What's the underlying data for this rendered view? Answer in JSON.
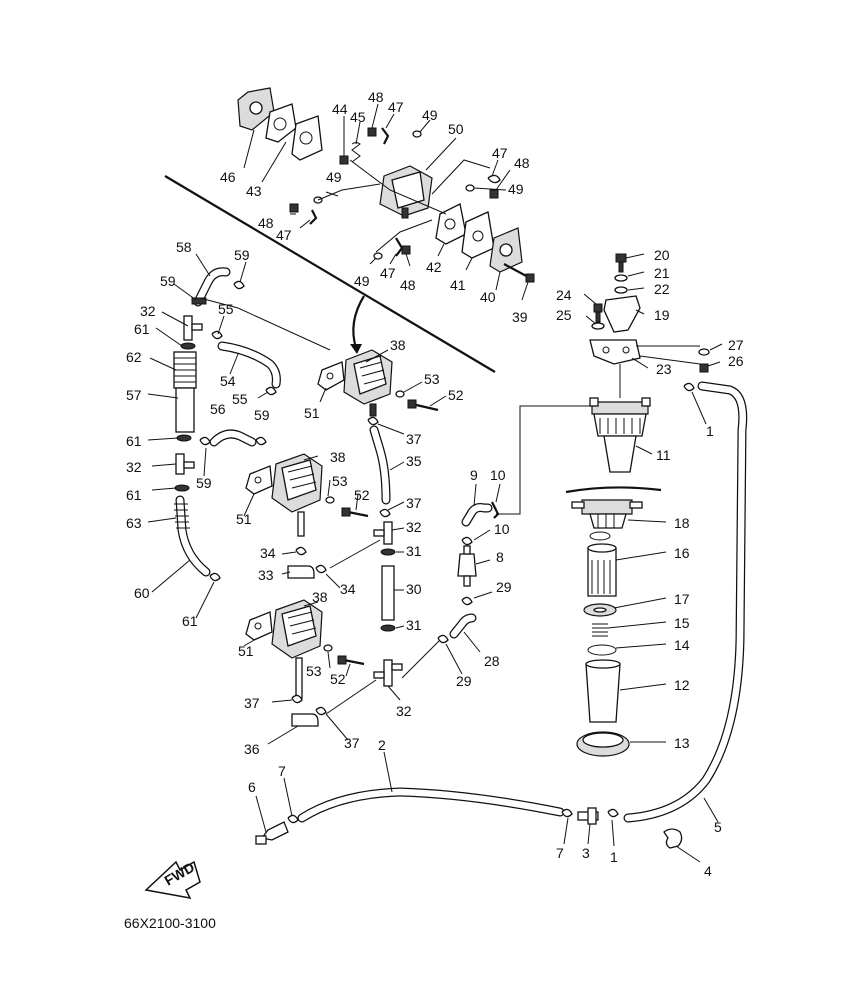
{
  "diagram_code": "66X2100-3100",
  "fwd_label": "FWD",
  "callouts": [
    {
      "id": "c-46",
      "text": "46"
    },
    {
      "id": "c-43",
      "text": "43"
    },
    {
      "id": "c-44",
      "text": "44"
    },
    {
      "id": "c-45",
      "text": "45"
    },
    {
      "id": "c-48a",
      "text": "48"
    },
    {
      "id": "c-47a",
      "text": "47"
    },
    {
      "id": "c-49a",
      "text": "49"
    },
    {
      "id": "c-50",
      "text": "50"
    },
    {
      "id": "c-47b",
      "text": "47"
    },
    {
      "id": "c-48b",
      "text": "48"
    },
    {
      "id": "c-49b",
      "text": "49"
    },
    {
      "id": "c-49c",
      "text": "49"
    },
    {
      "id": "c-48c",
      "text": "48"
    },
    {
      "id": "c-47c",
      "text": "47"
    },
    {
      "id": "c-42",
      "text": "42"
    },
    {
      "id": "c-41",
      "text": "41"
    },
    {
      "id": "c-40",
      "text": "40"
    },
    {
      "id": "c-39",
      "text": "39"
    },
    {
      "id": "c-49d",
      "text": "49"
    },
    {
      "id": "c-47d",
      "text": "47"
    },
    {
      "id": "c-48d",
      "text": "48"
    },
    {
      "id": "c-58",
      "text": "58"
    },
    {
      "id": "c-59a",
      "text": "59"
    },
    {
      "id": "c-59b",
      "text": "59"
    },
    {
      "id": "c-55a",
      "text": "55"
    },
    {
      "id": "c-32a",
      "text": "32"
    },
    {
      "id": "c-61a",
      "text": "61"
    },
    {
      "id": "c-62",
      "text": "62"
    },
    {
      "id": "c-57",
      "text": "57"
    },
    {
      "id": "c-54",
      "text": "54"
    },
    {
      "id": "c-55b",
      "text": "55"
    },
    {
      "id": "c-38a",
      "text": "38"
    },
    {
      "id": "c-51a",
      "text": "51"
    },
    {
      "id": "c-53a",
      "text": "53"
    },
    {
      "id": "c-52a",
      "text": "52"
    },
    {
      "id": "c-37a",
      "text": "37"
    },
    {
      "id": "c-56",
      "text": "56"
    },
    {
      "id": "c-59c",
      "text": "59"
    },
    {
      "id": "c-61b",
      "text": "61"
    },
    {
      "id": "c-32b",
      "text": "32"
    },
    {
      "id": "c-59d",
      "text": "59"
    },
    {
      "id": "c-61c",
      "text": "61"
    },
    {
      "id": "c-35",
      "text": "35"
    },
    {
      "id": "c-38b",
      "text": "38"
    },
    {
      "id": "c-51b",
      "text": "51"
    },
    {
      "id": "c-53b",
      "text": "53"
    },
    {
      "id": "c-52b",
      "text": "52"
    },
    {
      "id": "c-37b",
      "text": "37"
    },
    {
      "id": "c-63",
      "text": "63"
    },
    {
      "id": "c-32c",
      "text": "32"
    },
    {
      "id": "c-34a",
      "text": "34"
    },
    {
      "id": "c-31a",
      "text": "31"
    },
    {
      "id": "c-33",
      "text": "33"
    },
    {
      "id": "c-34b",
      "text": "34"
    },
    {
      "id": "c-60",
      "text": "60"
    },
    {
      "id": "c-30",
      "text": "30"
    },
    {
      "id": "c-61d",
      "text": "61"
    },
    {
      "id": "c-38c",
      "text": "38"
    },
    {
      "id": "c-51c",
      "text": "51"
    },
    {
      "id": "c-31b",
      "text": "31"
    },
    {
      "id": "c-53c",
      "text": "53"
    },
    {
      "id": "c-52c",
      "text": "52"
    },
    {
      "id": "c-37c",
      "text": "37"
    },
    {
      "id": "c-32d",
      "text": "32"
    },
    {
      "id": "c-36",
      "text": "36"
    },
    {
      "id": "c-37d",
      "text": "37"
    },
    {
      "id": "c-9",
      "text": "9"
    },
    {
      "id": "c-10a",
      "text": "10"
    },
    {
      "id": "c-10b",
      "text": "10"
    },
    {
      "id": "c-8",
      "text": "8"
    },
    {
      "id": "c-29a",
      "text": "29"
    },
    {
      "id": "c-28",
      "text": "28"
    },
    {
      "id": "c-29b",
      "text": "29"
    },
    {
      "id": "c-20",
      "text": "20"
    },
    {
      "id": "c-21",
      "text": "21"
    },
    {
      "id": "c-22",
      "text": "22"
    },
    {
      "id": "c-24",
      "text": "24"
    },
    {
      "id": "c-19",
      "text": "19"
    },
    {
      "id": "c-25",
      "text": "25"
    },
    {
      "id": "c-27",
      "text": "27"
    },
    {
      "id": "c-26",
      "text": "26"
    },
    {
      "id": "c-23",
      "text": "23"
    },
    {
      "id": "c-1a",
      "text": "1"
    },
    {
      "id": "c-11",
      "text": "11"
    },
    {
      "id": "c-18",
      "text": "18"
    },
    {
      "id": "c-16",
      "text": "16"
    },
    {
      "id": "c-17",
      "text": "17"
    },
    {
      "id": "c-15",
      "text": "15"
    },
    {
      "id": "c-14",
      "text": "14"
    },
    {
      "id": "c-12",
      "text": "12"
    },
    {
      "id": "c-13",
      "text": "13"
    },
    {
      "id": "c-2",
      "text": "2"
    },
    {
      "id": "c-6",
      "text": "6"
    },
    {
      "id": "c-7a",
      "text": "7"
    },
    {
      "id": "c-7b",
      "text": "7"
    },
    {
      "id": "c-3",
      "text": "3"
    },
    {
      "id": "c-1b",
      "text": "1"
    },
    {
      "id": "c-5",
      "text": "5"
    },
    {
      "id": "c-4",
      "text": "4"
    }
  ]
}
